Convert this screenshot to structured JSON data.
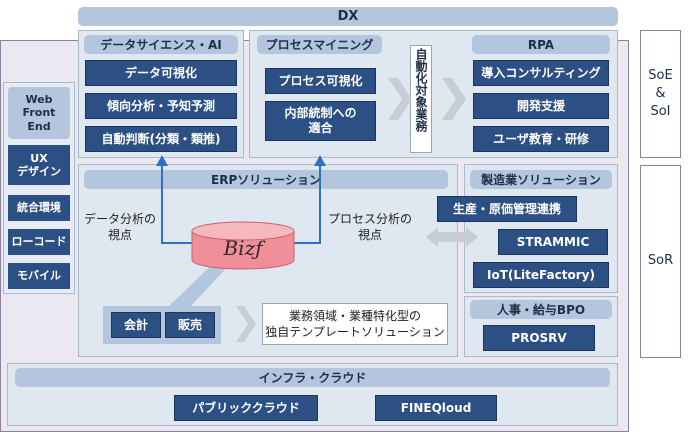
{
  "top_banner": "DX",
  "right_labels": {
    "soe": "SoE\n&\nSoI",
    "sor": "SoR"
  },
  "left_column": {
    "web_front_end": "Web\nFront\nEnd",
    "items": [
      "UX\nデザイン",
      "統合環境",
      "ローコード",
      "モバイル"
    ]
  },
  "data_science": {
    "title": "データサイエンス・AI",
    "items": [
      "データ可視化",
      "傾向分析・予知予測",
      "自動判断(分類・類推)"
    ]
  },
  "process_mining": {
    "title": "プロセスマイニング",
    "items": [
      "プロセス可視化",
      "内部統制への\n適合"
    ],
    "automation_label": "自動化対象業務"
  },
  "rpa": {
    "title": "RPA",
    "items": [
      "導入コンサルティング",
      "開発支援",
      "ユーザ教育・研修"
    ]
  },
  "erp": {
    "title": "ERPソリューション",
    "left_caption": "データ分析の\n視点",
    "right_caption": "プロセス分析の\n視点",
    "logo": "Bizƒ",
    "modules": [
      "会計",
      "販売"
    ],
    "template_text": "業務領域・業種特化型の\n独自テンプレートソリューション"
  },
  "manufacturing": {
    "title": "製造業ソリューション",
    "items": [
      "生産・原価管理連携",
      "STRAMMIC",
      "IoT(LiteFactory)"
    ]
  },
  "hr": {
    "title": "人事・給与BPO",
    "items": [
      "PROSRV"
    ]
  },
  "infra": {
    "title": "インフラ・クラウド",
    "items": [
      "パブリッククラウド",
      "FINEQloud"
    ]
  },
  "colors": {
    "dark_blue": "#2c4f84",
    "light_bar": "#b3c6de",
    "panel": "#dfe7f1",
    "outer": "#ebe8f2",
    "cylinder": "#f08f9a",
    "arrow_gray": "#c8cdd4",
    "flow_arrow": "#2f6fc4"
  }
}
